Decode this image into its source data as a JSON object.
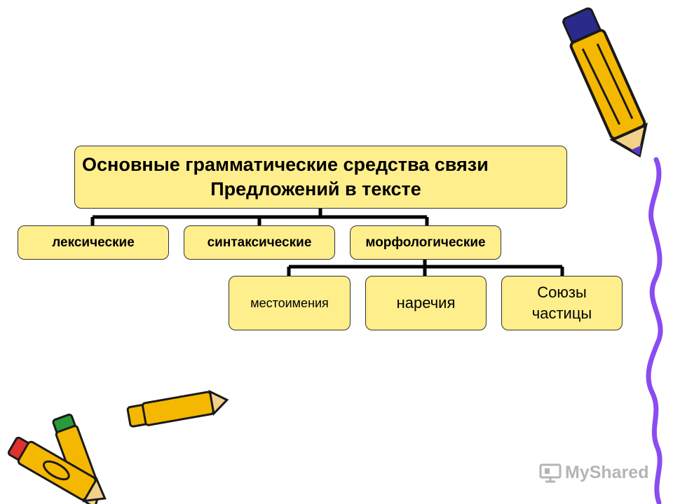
{
  "diagram": {
    "root": {
      "line1": "Основные грамматические средства связи",
      "line2": "Предложений в тексте"
    },
    "level1": [
      {
        "label": "лексические"
      },
      {
        "label": "синтаксические"
      },
      {
        "label": "морфологические"
      }
    ],
    "level2": [
      {
        "label": "местоимения"
      },
      {
        "label": "наречия"
      },
      {
        "label_line1": "Союзы",
        "label_line2": "частицы"
      }
    ],
    "colors": {
      "box_fill": "#ffee8c",
      "box_border": "#333333",
      "connector": "#000000",
      "pencil_body": "#f5b800",
      "pencil_outline": "#1a1a1a",
      "squiggle": "#8a4cf0"
    }
  },
  "watermark": {
    "text": "MyShared"
  }
}
